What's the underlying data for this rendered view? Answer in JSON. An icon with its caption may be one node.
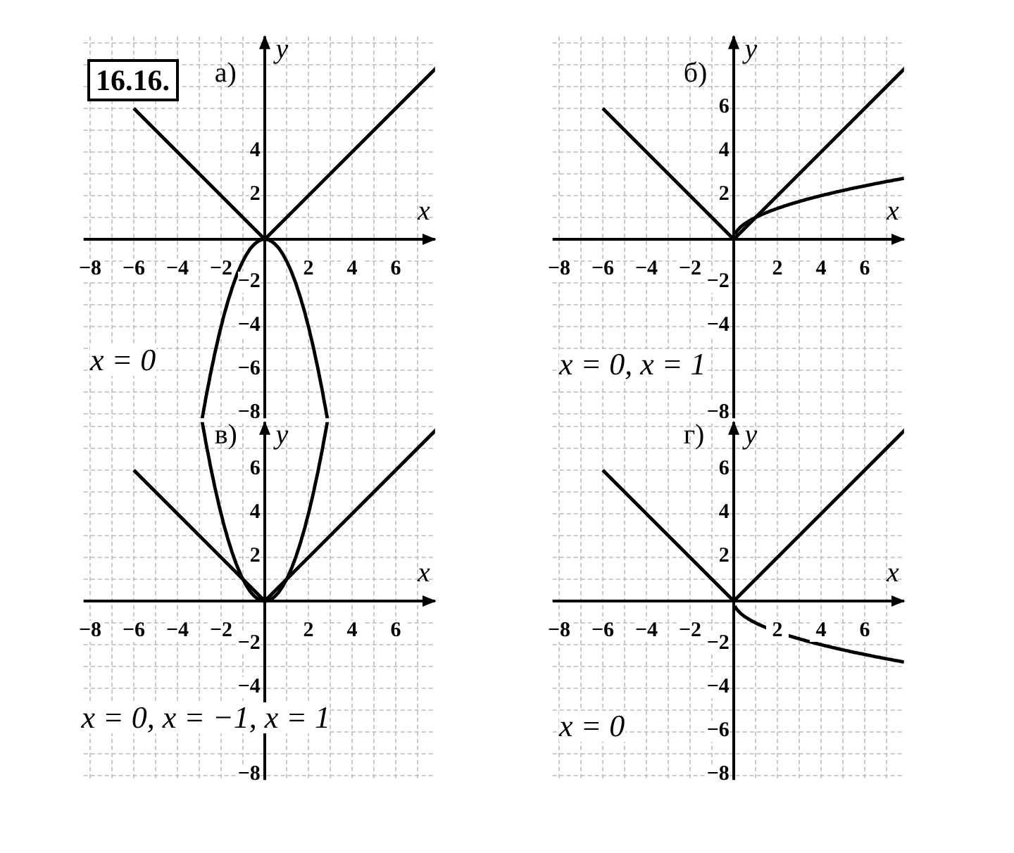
{
  "diagram": {
    "nodes": [
      {
        "text": [
          "16.16."
        ]
      }
    ],
    "labels": [
      "а)",
      "y",
      "x",
      "−8",
      "−6",
      "−4",
      "−2",
      "2",
      "4",
      "6",
      "4",
      "2",
      "−2",
      "−4",
      "−6",
      "−8",
      "x = 0",
      "б)",
      "y",
      "x",
      "−8",
      "−6",
      "−4",
      "−2",
      "2",
      "4",
      "6",
      "6",
      "4",
      "2",
      "−2",
      "−4",
      "−8",
      "x = 0, x = 1",
      "в)",
      "y",
      "x",
      "−8",
      "−6",
      "−4",
      "−2",
      "2",
      "4",
      "6",
      "6",
      "4",
      "2",
      "−2",
      "−4",
      "−8",
      "x = 0, x = −1, x = 1",
      "г)",
      "y",
      "x",
      "−8",
      "−6",
      "−4",
      "−2",
      "2",
      "4",
      "6",
      "6",
      "4",
      "2",
      "−2",
      "−4",
      "−6",
      "−8",
      "x = 0"
    ]
  }
}
